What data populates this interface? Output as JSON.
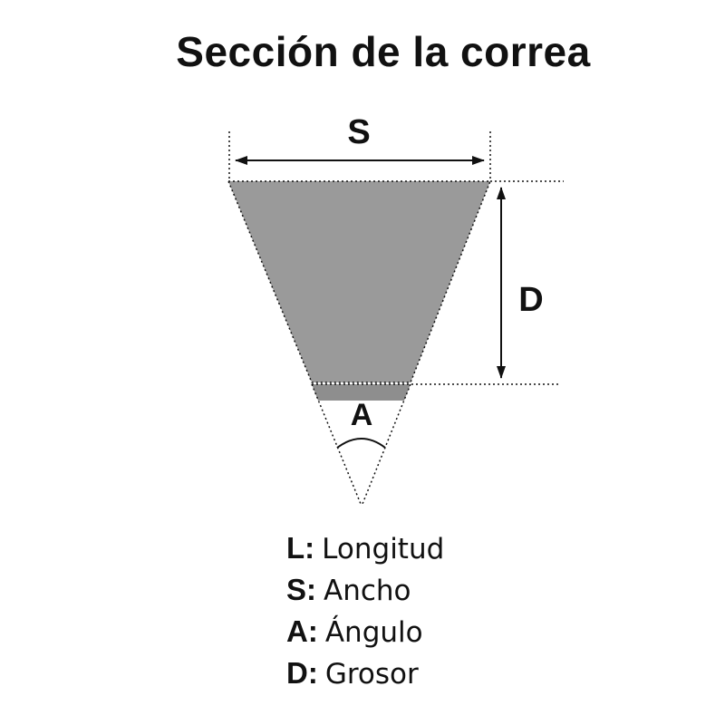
{
  "title": "Sección de la correa",
  "labels": {
    "width": "S",
    "height": "D",
    "angle": "A"
  },
  "legend": [
    {
      "key": "L",
      "text": "Longitud"
    },
    {
      "key": "S",
      "text": "Ancho"
    },
    {
      "key": "A",
      "text": "Ángulo"
    },
    {
      "key": "D",
      "text": "Grosor"
    }
  ],
  "colors": {
    "section_fill": "#9a9a9a",
    "line": "#111111"
  }
}
